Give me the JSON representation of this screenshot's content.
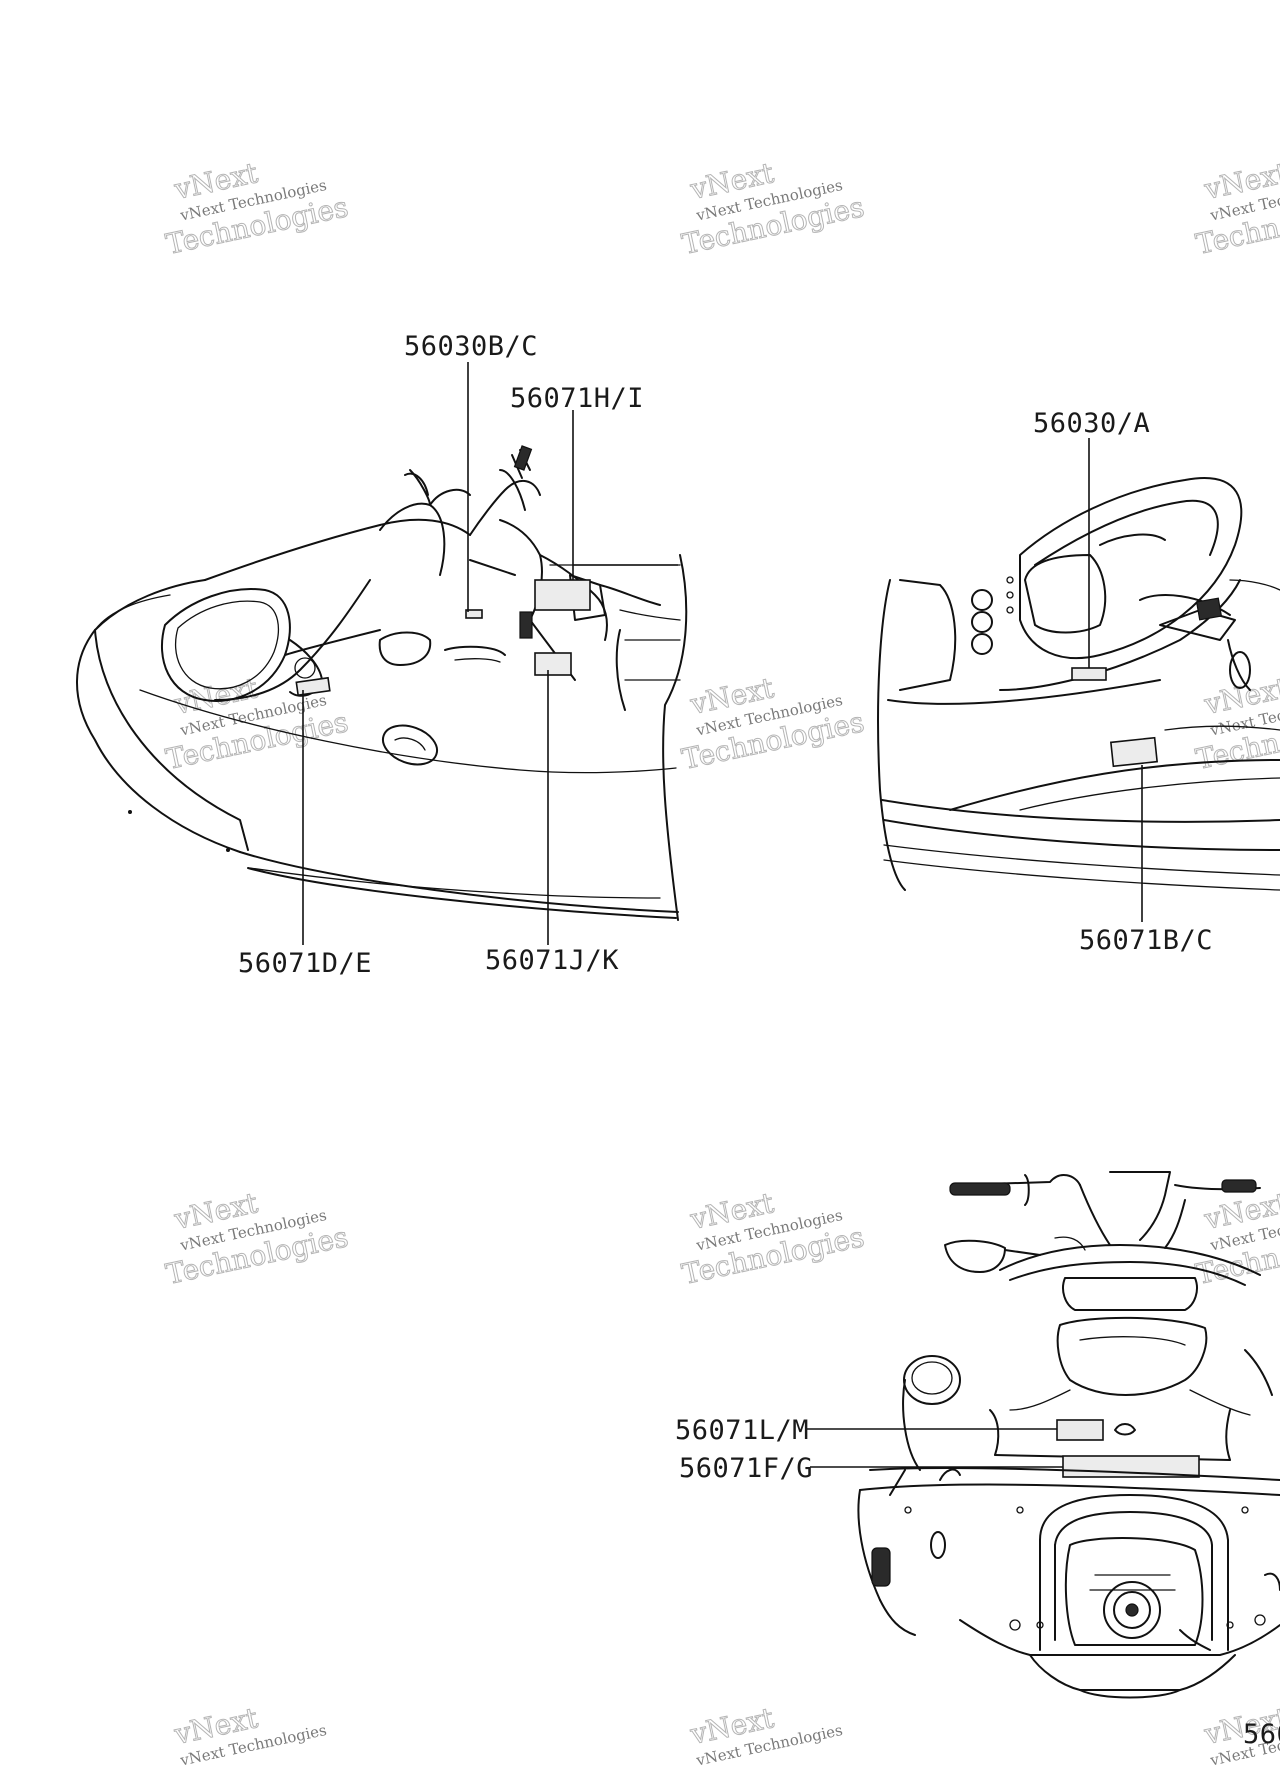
{
  "callouts": {
    "c56030bc": "56030B/C",
    "c56071hi": "56071H/I",
    "c56030a": "56030/A",
    "c56071de": "56071D/E",
    "c56071jk": "56071J/K",
    "c56071bc": "56071B/C",
    "c56071lm": "56071L/M",
    "c56071fg": "56071F/G",
    "c56partial": "560"
  },
  "watermark": {
    "line_small": "vNext Technologies",
    "line_big": "Technologies",
    "line_top": "vNext"
  },
  "icons": [
    "watercraft-side-view",
    "watercraft-rear-view",
    "watercraft-top-view"
  ],
  "colors": {
    "ink": "#111111",
    "background": "#ffffff",
    "watermark": "#9a9a9a"
  }
}
